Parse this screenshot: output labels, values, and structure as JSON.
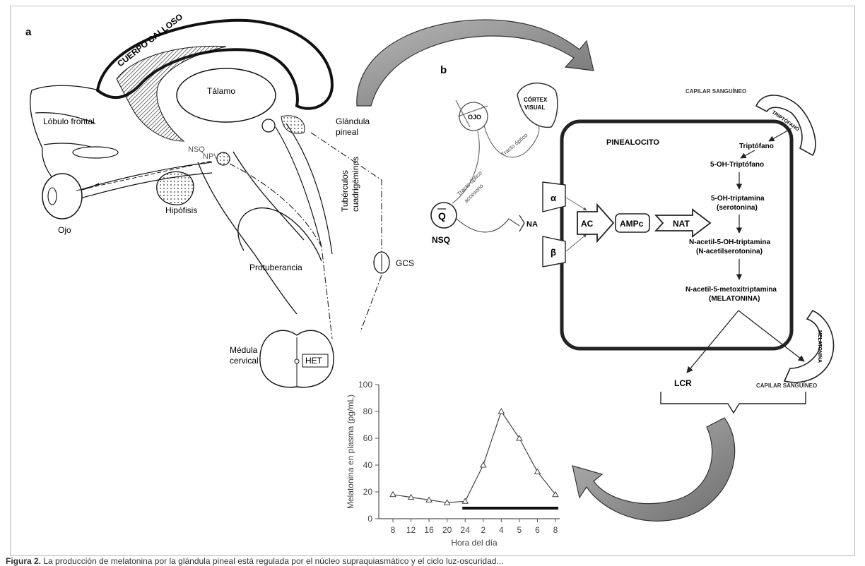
{
  "panel_a": {
    "letter": "a",
    "labels": {
      "cuerpo_calloso": "CUERPO CALLOSO",
      "talamo": "Tálamo",
      "lobulo_frontal": "Lóbulo frontal",
      "glandula_pineal_1": "Glándula",
      "glandula_pineal_2": "pineal",
      "nso": "NSQ",
      "npv": "NPV",
      "tuberculos_1": "Tubérculos",
      "tuberculos_2": "cuadrigéminos",
      "hipofisis": "Hipófisis",
      "ojo": "Ojo",
      "protuberancia": "Protuberancia",
      "gcs": "GCS",
      "medula_1": "Médula",
      "medula_2": "cervical",
      "het": "HET"
    }
  },
  "panel_b": {
    "letter": "b",
    "labels": {
      "ojo": "OJO",
      "cortex_1": "CÓRTEX",
      "cortex_2": "VISUAL",
      "tracto_optico": "Tracto óptico",
      "tracto_accesorio_1": "Tracto óptico",
      "tracto_accesorio_2": "accesorio",
      "nsq": "NSQ",
      "na": "NA",
      "alpha": "α",
      "beta": "β",
      "ac": "AC",
      "ampc": "AMPc",
      "nat": "NAT",
      "pinealocito": "PINEALOCITO",
      "capilar_top": "CAPILAR SANGUÍNEO",
      "triptofano_arc": "TRIPTÓFANO",
      "triptofano": "Triptófano",
      "oh_triptofano": "5-OH-Triptófano",
      "oh_triptamina_1": "5-OH-triptamina",
      "oh_triptamina_2": "(serotonina)",
      "nacetil_1": "N-acetil-5-OH-triptamina",
      "nacetil_2": "(N-acetilserotonina)",
      "metox_1": "N-acetil-5-metoxitriptamina",
      "metox_2": "(MELATONINA)",
      "melatonina_arc": "MELATONINA",
      "lcr": "LCR",
      "capilar_bottom": "CAPILAR SANGUÍNEO"
    }
  },
  "chart_data": {
    "type": "line",
    "categories": [
      "8",
      "12",
      "16",
      "20",
      "24",
      "2",
      "4",
      "5",
      "6",
      "8"
    ],
    "values": [
      18,
      16,
      14,
      12,
      13,
      40,
      80,
      60,
      35,
      18
    ],
    "xlabel": "Hora del día",
    "ylabel": "Melatonina en plasma (pg/mL)",
    "ylim": [
      0,
      100
    ],
    "yticks": [
      "0",
      "20",
      "40",
      "60",
      "80",
      "100"
    ],
    "marker": "triangle",
    "dark_bar": {
      "from_index": 4,
      "to_index": 9
    }
  },
  "caption": {
    "lead": "Figura 2.",
    "text": " La producción de melatonina por la glándula pineal está regulada por el núcleo supraquiasmático y el ciclo luz-oscuridad..."
  },
  "colors": {
    "ink": "#222222",
    "gray": "#9a9a9a",
    "arrow_fill": "#8a8a8a"
  }
}
